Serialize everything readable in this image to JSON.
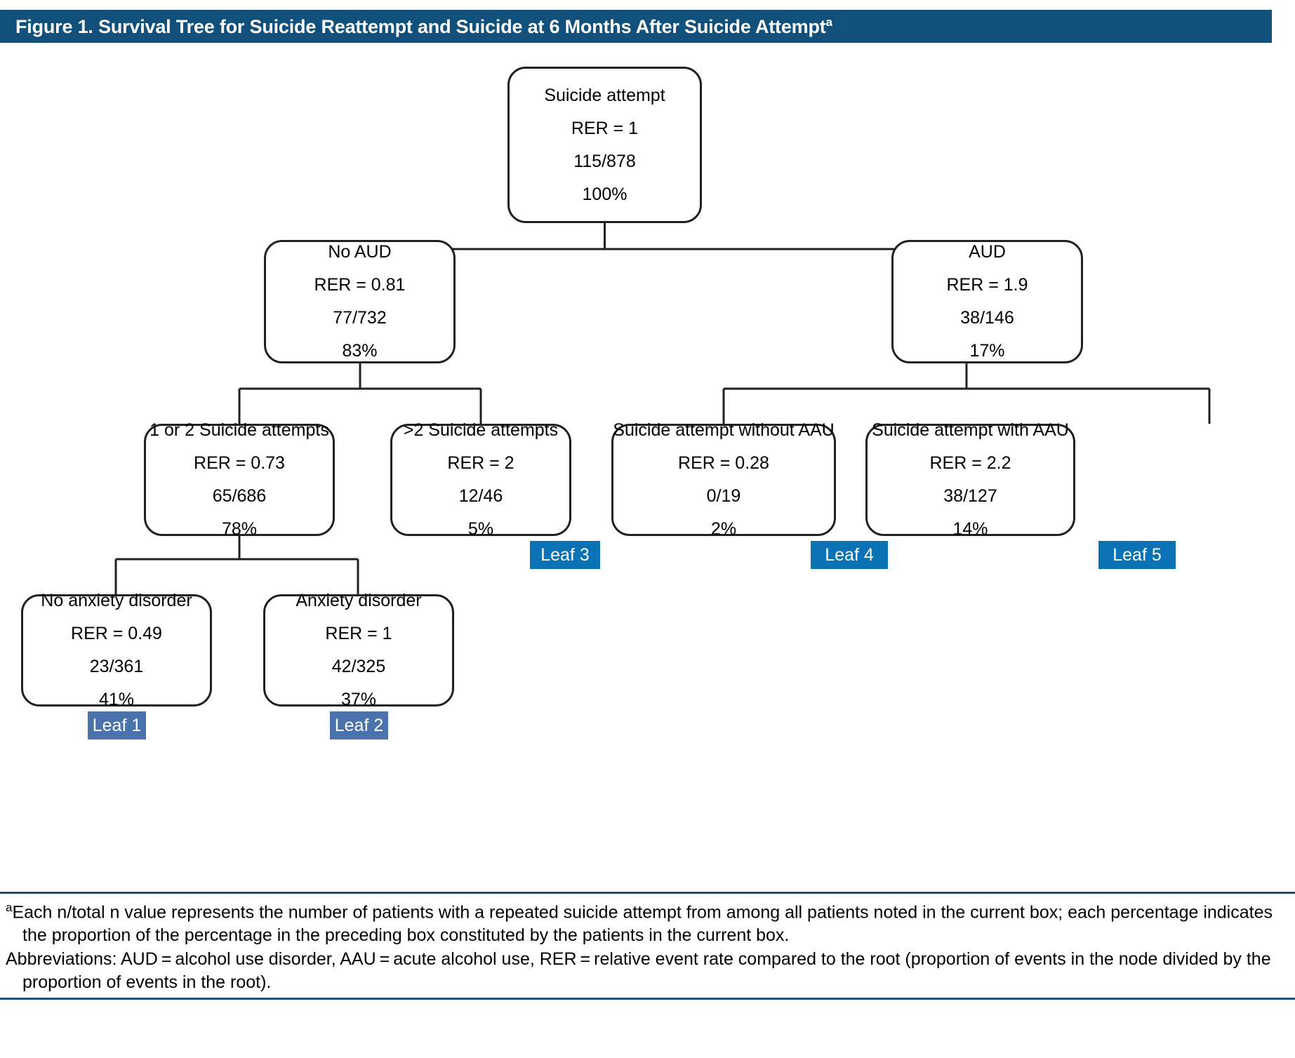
{
  "figure": {
    "title": "Figure 1. Survival Tree for Suicide Reattempt and Suicide at 6 Months After Suicide Attempt",
    "title_superscript": "a",
    "title_bar_color": "#11507a"
  },
  "colors": {
    "node_border": "#231f20",
    "leaf_badge_bright": "#0c72b6",
    "leaf_badge_muted": "#4a72ad",
    "rule": "#1f4e79"
  },
  "chart_data": {
    "type": "tree",
    "title": "Figure 1. Survival Tree for Suicide Reattempt and Suicide at 6 Months After Suicide Attempt",
    "node_fields": [
      "label",
      "RER",
      "n_over_total",
      "percent"
    ],
    "nodes": [
      {
        "id": "root",
        "label": "Suicide attempt",
        "rer": "RER = 1",
        "ratio": "115/878",
        "percent": "100%",
        "rer_value": 1,
        "events": 115,
        "total": 878,
        "percent_value": 100,
        "leaf": null,
        "parent": null
      },
      {
        "id": "no-aud",
        "label": "No AUD",
        "rer": "RER = 0.81",
        "ratio": "77/732",
        "percent": "83%",
        "rer_value": 0.81,
        "events": 77,
        "total": 732,
        "percent_value": 83,
        "leaf": null,
        "parent": "root"
      },
      {
        "id": "aud",
        "label": "AUD",
        "rer": "RER = 1.9",
        "ratio": "38/146",
        "percent": "17%",
        "rer_value": 1.9,
        "events": 38,
        "total": 146,
        "percent_value": 17,
        "leaf": null,
        "parent": "root"
      },
      {
        "id": "attempts-1-2",
        "label": "1 or 2 Suicide attempts",
        "rer": "RER = 0.73",
        "ratio": "65/686",
        "percent": "78%",
        "rer_value": 0.73,
        "events": 65,
        "total": 686,
        "percent_value": 78,
        "leaf": null,
        "parent": "no-aud"
      },
      {
        "id": "attempts-gt2",
        "label": ">2 Suicide attempts",
        "rer": "RER = 2",
        "ratio": "12/46",
        "percent": "5%",
        "rer_value": 2,
        "events": 12,
        "total": 46,
        "percent_value": 5,
        "leaf": "Leaf 3",
        "parent": "no-aud"
      },
      {
        "id": "without-aau",
        "label": "Suicide attempt without AAU",
        "rer": "RER = 0.28",
        "ratio": "0/19",
        "percent": "2%",
        "rer_value": 0.28,
        "events": 0,
        "total": 19,
        "percent_value": 2,
        "leaf": "Leaf 4",
        "parent": "aud"
      },
      {
        "id": "with-aau",
        "label": "Suicide attempt with AAU",
        "rer": "RER = 2.2",
        "ratio": "38/127",
        "percent": "14%",
        "rer_value": 2.2,
        "events": 38,
        "total": 127,
        "percent_value": 14,
        "leaf": "Leaf 5",
        "parent": "aud"
      },
      {
        "id": "no-anxiety",
        "label": "No anxiety disorder",
        "rer": "RER = 0.49",
        "ratio": "23/361",
        "percent": "41%",
        "rer_value": 0.49,
        "events": 23,
        "total": 361,
        "percent_value": 41,
        "leaf": "Leaf 1",
        "parent": "attempts-1-2"
      },
      {
        "id": "anxiety",
        "label": "Anxiety disorder",
        "rer": "RER = 1",
        "ratio": "42/325",
        "percent": "37%",
        "rer_value": 1,
        "events": 42,
        "total": 325,
        "percent_value": 37,
        "leaf": "Leaf 2",
        "parent": "attempts-1-2"
      }
    ],
    "leaf_labels": [
      "Leaf 1",
      "Leaf 2",
      "Leaf 3",
      "Leaf 4",
      "Leaf 5"
    ]
  },
  "footnotes": {
    "superscript": "a",
    "note_a": "Each n/total n value represents the number of patients with a repeated suicide attempt from among all patients noted in the current box; each percentage indicates the proportion of the percentage in the preceding box constituted by the patients in the current box.",
    "abbreviations": "Abbreviations: AUD = alcohol use disorder, AAU = acute alcohol use, RER = relative event rate compared to the root (proportion of events in the node divided by the proportion of events in the root)."
  }
}
